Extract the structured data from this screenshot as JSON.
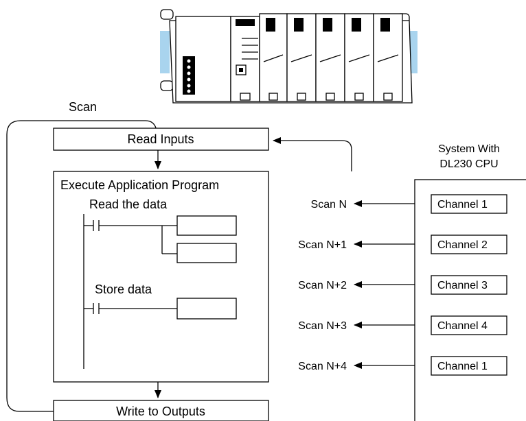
{
  "scan_loop": {
    "scan_label": "Scan",
    "read_inputs": "Read Inputs",
    "execute_program": "Execute Application Program",
    "write_outputs": "Write to Outputs"
  },
  "ladder": {
    "read_label": "Read the data",
    "store_label": "Store data"
  },
  "system": {
    "title_line1": "System With",
    "title_line2": "DL230 CPU",
    "scans": [
      "Scan N",
      "Scan N+1",
      "Scan N+2",
      "Scan N+3",
      "Scan N+4"
    ],
    "channels": [
      "Channel 1",
      "Channel 2",
      "Channel 3",
      "Channel 4",
      "Channel 1"
    ]
  }
}
